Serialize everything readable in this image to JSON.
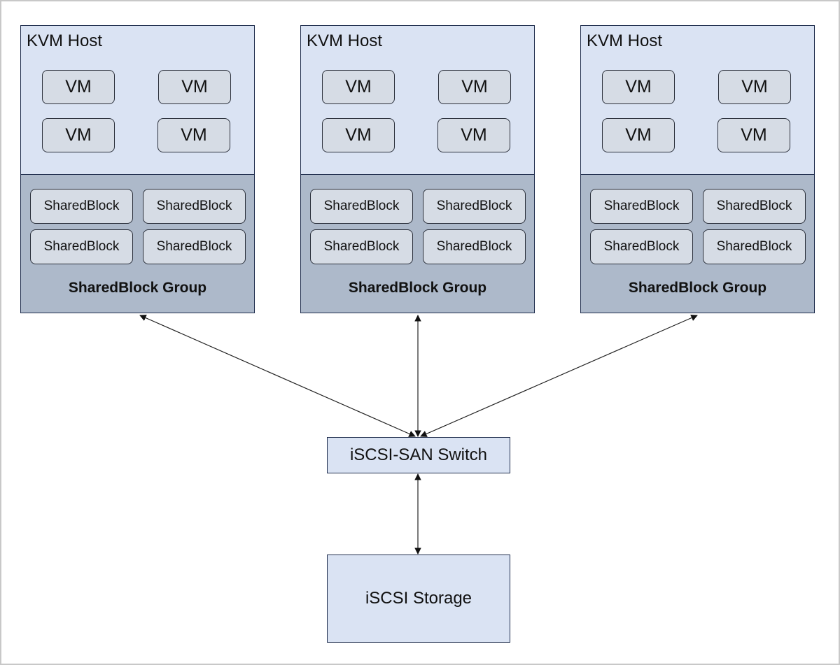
{
  "hosts": [
    {
      "title": "KVM Host",
      "vms": [
        "VM",
        "VM",
        "VM",
        "VM"
      ],
      "shared_blocks": [
        "SharedBlock",
        "SharedBlock",
        "SharedBlock",
        "SharedBlock"
      ],
      "group_label": "SharedBlock Group"
    },
    {
      "title": "KVM Host",
      "vms": [
        "VM",
        "VM",
        "VM",
        "VM"
      ],
      "shared_blocks": [
        "SharedBlock",
        "SharedBlock",
        "SharedBlock",
        "SharedBlock"
      ],
      "group_label": "SharedBlock Group"
    },
    {
      "title": "KVM Host",
      "vms": [
        "VM",
        "VM",
        "VM",
        "VM"
      ],
      "shared_blocks": [
        "SharedBlock",
        "SharedBlock",
        "SharedBlock",
        "SharedBlock"
      ],
      "group_label": "SharedBlock Group"
    }
  ],
  "switch": {
    "label": "iSCSI-SAN Switch"
  },
  "storage": {
    "label": "iSCSI Storage"
  },
  "connections": [
    {
      "from": "host-1",
      "to": "switch",
      "type": "bidirectional"
    },
    {
      "from": "host-2",
      "to": "switch",
      "type": "bidirectional"
    },
    {
      "from": "host-3",
      "to": "switch",
      "type": "bidirectional"
    },
    {
      "from": "switch",
      "to": "storage",
      "type": "bidirectional"
    }
  ],
  "colors": {
    "host_fill": "#dae3f3",
    "group_fill": "#adb9ca",
    "item_fill": "#d6dce5",
    "border": "#1f2d4d"
  }
}
